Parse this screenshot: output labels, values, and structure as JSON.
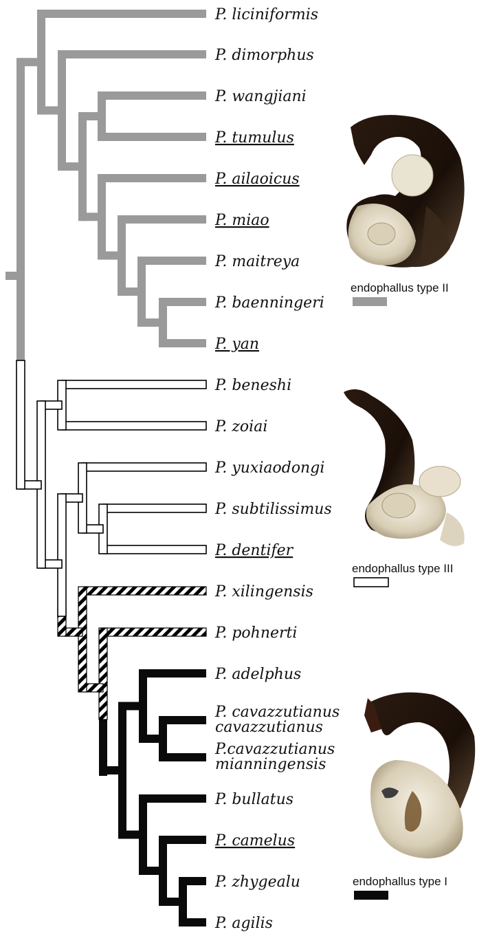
{
  "taxa": [
    {
      "label": "P. liciniformis",
      "underlined": false
    },
    {
      "label": "P. dimorphus",
      "underlined": false
    },
    {
      "label": "P. wangjiani",
      "underlined": false
    },
    {
      "label": "P. tumulus",
      "underlined": true
    },
    {
      "label": "P. ailaoicus",
      "underlined": true
    },
    {
      "label": "P. miao",
      "underlined": true
    },
    {
      "label": "P. maitreya",
      "underlined": false
    },
    {
      "label": "P. baenningeri",
      "underlined": false
    },
    {
      "label": "P. yan",
      "underlined": true
    },
    {
      "label": "P. beneshi",
      "underlined": false
    },
    {
      "label": "P. zoiai",
      "underlined": false
    },
    {
      "label": "P. yuxiaodongi",
      "underlined": false
    },
    {
      "label": "P. subtilissimus",
      "underlined": false
    },
    {
      "label": "P. dentifer",
      "underlined": true
    },
    {
      "label": "P. xilingensis",
      "underlined": false
    },
    {
      "label": "P. pohnerti",
      "underlined": false
    },
    {
      "label": "P. adelphus",
      "underlined": false
    },
    {
      "label": "P. cavazzutianus cavazzutianus",
      "lines": [
        "P. cavazzutianus",
        "cavazzutianus"
      ],
      "underlined": false
    },
    {
      "label": "P. cavazzutianus mianningensis",
      "lines": [
        "P.cavazzutianus",
        "mianningensis"
      ],
      "underlined": false
    },
    {
      "label": "P. bullatus",
      "underlined": false
    },
    {
      "label": "P. camelus",
      "underlined": true
    },
    {
      "label": "P. zhygealu",
      "underlined": false
    },
    {
      "label": "P. agilis",
      "underlined": false
    }
  ],
  "legend": [
    {
      "type": "II",
      "label": "endophallus type II",
      "style": "gray"
    },
    {
      "type": "III",
      "label": "endophallus type III",
      "style": "white"
    },
    {
      "type": "I",
      "label": "endophallus type I",
      "style": "black"
    }
  ],
  "colors": {
    "gray": "#9a9a9a",
    "black": "#0a0a0a",
    "outline": "#000000",
    "hatch_dark": "#000000",
    "hatch_light": "#ffffff"
  },
  "photos": [
    {
      "icon": "endophallus-type-II-photo"
    },
    {
      "icon": "endophallus-type-III-photo"
    },
    {
      "icon": "endophallus-type-I-photo"
    }
  ]
}
